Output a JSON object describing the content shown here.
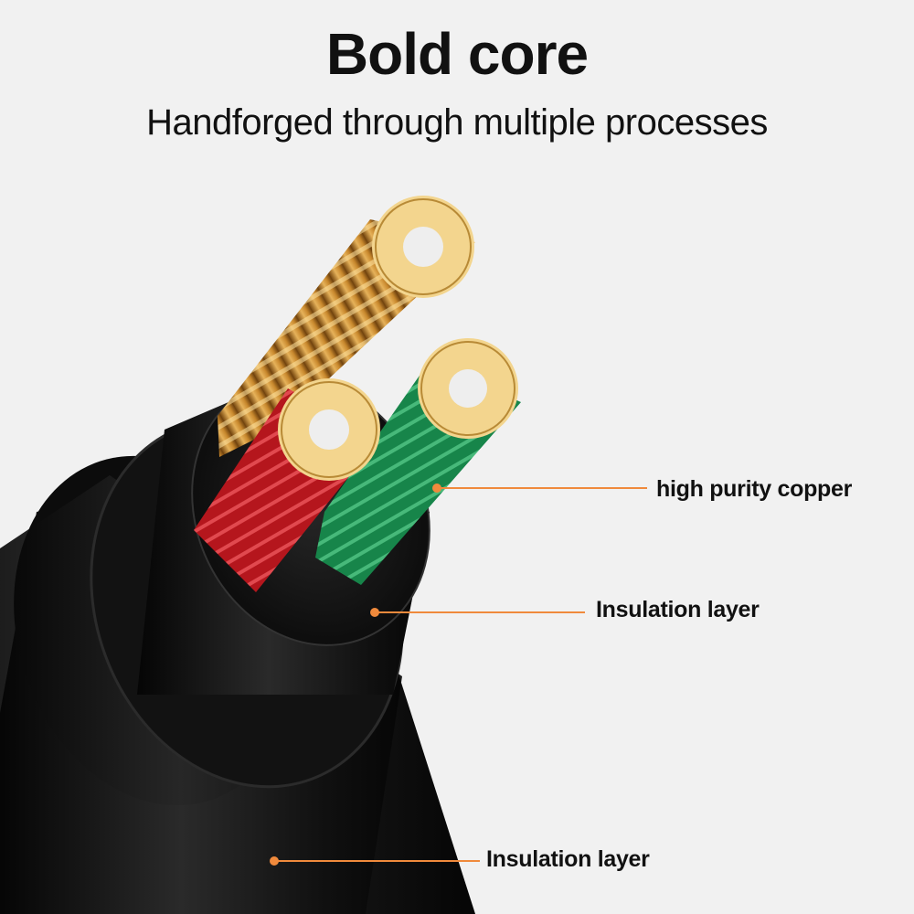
{
  "header": {
    "title": "Bold core",
    "subtitle": "Handforged through multiple processes"
  },
  "callouts": [
    {
      "label": "high purity copper"
    },
    {
      "label": "Insulation layer"
    },
    {
      "label": "Insulation layer"
    }
  ],
  "colors": {
    "background": "#f1f1f1",
    "callout_line": "#f08a3c",
    "jacket": "#141414",
    "wire_gold": "#d9a441",
    "wire_red": "#c81e24",
    "wire_green": "#1f9a55",
    "copper_strand": "#f0d58a"
  },
  "icons": [
    "cable-cross-section-illustration"
  ]
}
